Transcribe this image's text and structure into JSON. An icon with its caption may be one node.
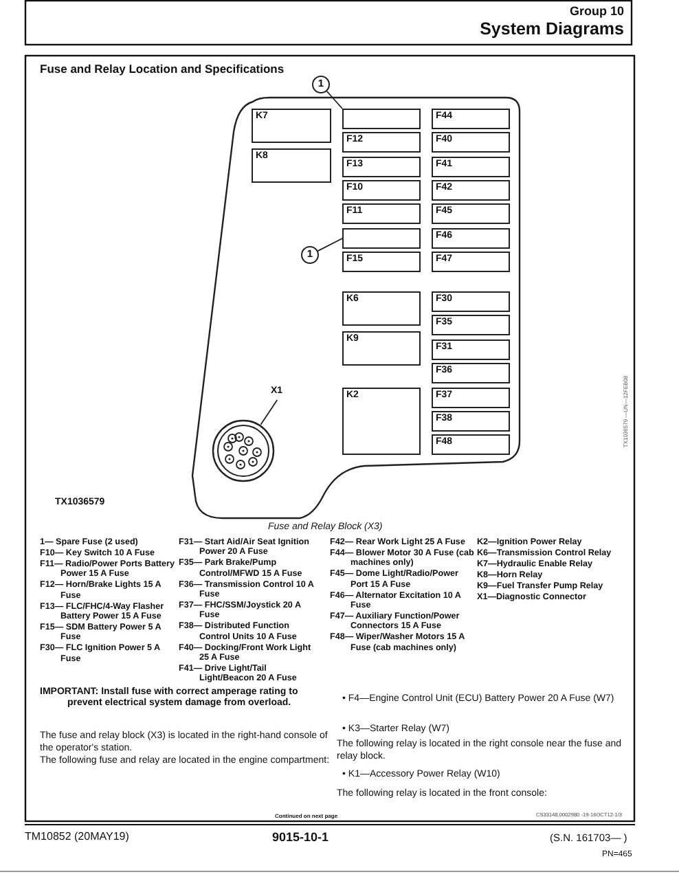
{
  "diagram": {
    "title": "Fuse and Relay Location and Specifications",
    "nodes": [
      {
        "text": [],
        "shape": "box",
        "beside": [
          "Fuse and Relay Block (X3)"
        ]
      },
      {
        "text": [
          "K7"
        ],
        "in": 0
      },
      {
        "text": [
          "K8"
        ],
        "in": 0
      },
      {
        "text": [],
        "shape": "box",
        "in": 0
      },
      {
        "text": [
          "F12"
        ],
        "in": 0
      },
      {
        "text": [
          "F13"
        ],
        "in": 0
      },
      {
        "text": [
          "F10"
        ],
        "in": 0
      },
      {
        "text": [
          "F11"
        ],
        "in": 0
      },
      {
        "text": [],
        "shape": "box",
        "in": 0
      },
      {
        "text": [
          "F15"
        ],
        "in": 0
      },
      {
        "text": [
          "F44"
        ],
        "in": 0
      },
      {
        "text": [
          "F40"
        ],
        "in": 0
      },
      {
        "text": [
          "F41"
        ],
        "in": 0
      },
      {
        "text": [
          "F42"
        ],
        "in": 0
      },
      {
        "text": [
          "F45"
        ],
        "in": 0
      },
      {
        "text": [
          "F46"
        ],
        "in": 0
      },
      {
        "text": [
          "F47"
        ],
        "in": 0
      },
      {
        "text": [
          "K6"
        ],
        "in": 0
      },
      {
        "text": [
          "K9"
        ],
        "in": 0
      },
      {
        "text": [
          "K2"
        ],
        "in": 0
      },
      {
        "text": [
          "F30"
        ],
        "in": 0
      },
      {
        "text": [
          "F35"
        ],
        "in": 0
      },
      {
        "text": [
          "F31"
        ],
        "in": 0
      },
      {
        "text": [
          "F36"
        ],
        "in": 0
      },
      {
        "text": [
          "F37"
        ],
        "in": 0
      },
      {
        "text": [
          "F38"
        ],
        "in": 0
      },
      {
        "text": [
          "F48"
        ],
        "in": 0
      },
      {
        "text": [
          "1"
        ]
      },
      {
        "text": [
          "1"
        ],
        "in": 0
      },
      {
        "text": [
          "X1"
        ],
        "in": 0
      },
      {
        "text": [],
        "shape": "circle",
        "in": 0
      }
    ],
    "edges": [
      {
        "from": 27,
        "to": 3,
        "arrow": "none"
      },
      {
        "from": 28,
        "to": 8,
        "arrow": "none"
      },
      {
        "from": 29,
        "to": 30,
        "arrow": "none"
      }
    ],
    "labels": [
      "Group 10",
      "System Diagrams",
      "TX1036579",
      "TX1036579 —UN—12FEB08",
      "1— Spare Fuse (2 used)",
      "F10— Key Switch 10 A Fuse",
      "F11— Radio/Power Ports Battery Power 15 A Fuse",
      "F12— Horn/Brake Lights 15 A Fuse",
      "F13— FLC/FHC/4-Way Flasher Battery Power 15 A Fuse",
      "F15— SDM Battery Power 5 A Fuse",
      "F30— FLC Ignition Power 5 A Fuse",
      "F31— Start Aid/Air Seat Ignition Power 20 A Fuse",
      "F35— Park Brake/Pump Control/MFWD 15 A Fuse",
      "F36— Transmission Control 10 A Fuse",
      "F37— FHC/SSM/Joystick 20 A Fuse",
      "F38— Distributed Function Control Units 10 A Fuse",
      "F40— Docking/Front Work Light 25 A Fuse",
      "F41— Drive Light/Tail Light/Beacon 20 A Fuse",
      "F42— Rear Work Light 25 A Fuse",
      "F44— Blower Motor 30 A Fuse (cab machines only)",
      "F45— Dome Light/Radio/Power Port 15 A Fuse",
      "F46— Alternator Excitation 10 A Fuse",
      "F47— Auxiliary Function/Power Connectors 15 A Fuse",
      "F48— Wiper/Washer Motors 15 A Fuse (cab machines only)",
      "K2—Ignition Power Relay",
      "K6—Transmission Control Relay",
      "K7—Hydraulic Enable Relay",
      "K8—Horn Relay",
      "K9—Fuel Transfer Pump Relay",
      "X1—Diagnostic Connector",
      "IMPORTANT: Install fuse with correct amperage rating to prevent electrical system damage from overload.",
      "The fuse and relay block (X3) is located in the right-hand console of the operator's station.",
      "The following fuse and relay are located in the engine compartment:",
      "• F4—Engine Control Unit (ECU) Battery Power 20 A Fuse (W7)",
      "• K3—Starter Relay (W7)",
      "The following relay is located in the right console near the fuse and relay block.",
      "• K1—Accessory Power Relay (W10)",
      "The following relay is located in the front console:",
      "Continued on next page",
      "CS33148,0002980 -19-16OCT12-1/3",
      "TM10852 (20MAY19)",
      "9015-10-1",
      "(S.N. 161703— )",
      "PN=465"
    ]
  }
}
